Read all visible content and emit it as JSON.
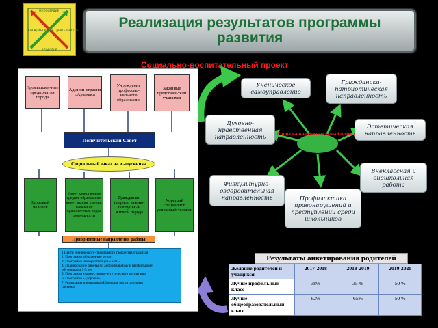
{
  "logo": {
    "top": "МИЛОСЕРДИЕ",
    "left": "ГРАЖДАНСКОСТЬ",
    "right": "ДЕЯТЕЛЬНОСТЬ",
    "bottom": "ЗДОРОВЬЕ"
  },
  "title": "Реализация результатов программы развития",
  "red_title": "Социально-воспитательный проект",
  "org": {
    "partners": [
      "Промышлен-ные предприятия города",
      "Админи-страция г.Арзамаса",
      "Учреждения профессио-нального образования",
      "Законные представи-тели учащихся"
    ],
    "council": "Попечительский Совет",
    "social_order": "Социальный заказ на выпускника",
    "qualities": [
      "Здоровый человек",
      "Имеет качественное среднее образование, имеет знания, умения, навыки по приоритетным видам деятельности",
      "Гражданин, патриот, законо-послушный житель города",
      "Хороший специалист, успешный человек"
    ],
    "priority": "Приоритетные направления работы",
    "programs": [
      "1.Центр технического-прикладного творчества учащихся",
      "2. Программа «Одаренные дети»",
      "3. Программа информатизации «УВП»",
      "4. Планирование работы по допрофильному и профильному",
      "обучению на 3-5 лет",
      "5. Программа художественно-эстетического воспитания",
      "6. Программа «Здоровье»",
      "7. Реализация программы «Школьная воспитательная",
      "система»"
    ]
  },
  "directions": {
    "center": "Социально-воспитательный проект",
    "self_gov": "Ученическое самоуправление",
    "patriotic": "Граждански-патриотическая направленность",
    "spiritual": "Духовно-нравственная направленность",
    "aesthetic": "Эстетическая направленность",
    "sport": "Физкультурно-оздоровительная направленность",
    "extracurricular": "Внеклассная и внешкольная работа",
    "prevention": "Профилактика правонарушений и преступлений среди школьников"
  },
  "survey": {
    "title": "Результаты анкетирования родителей",
    "columns": [
      "Желание родителей и учащихся",
      "2017-2018",
      "2018-2019",
      "2019-2020"
    ],
    "rows": [
      [
        "Лучше профильный класс",
        "38%",
        "35 %",
        "50 %"
      ],
      [
        "Лучше общеобразовательный класс",
        "62%",
        "65%",
        "50 %"
      ]
    ]
  },
  "colors": {
    "title_green": "#1f6f3a",
    "red": "#ff1a1a",
    "arrow_green": "#3cc84a",
    "arrow_purple": "#8a7ed6"
  }
}
